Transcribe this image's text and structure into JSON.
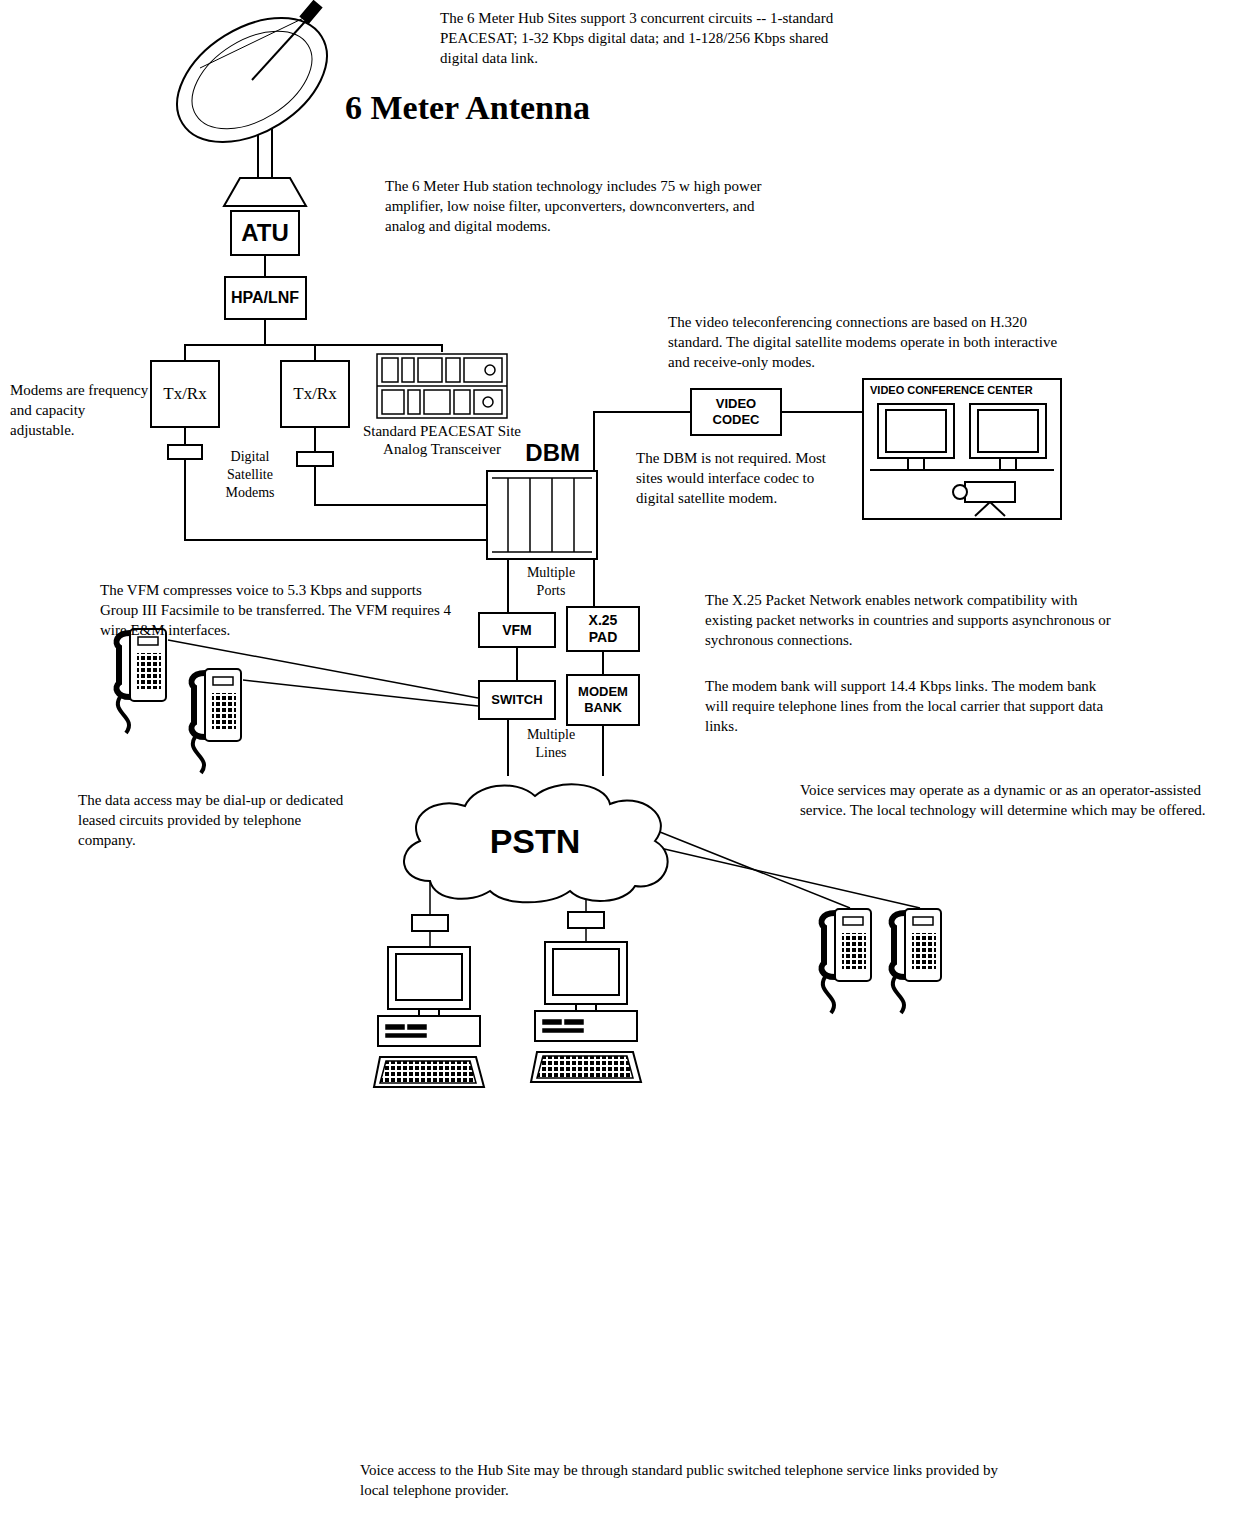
{
  "diagram": {
    "nodes": [
      {
        "text": [
          "ATU"
        ]
      },
      {
        "text": [
          "HPA/LNF"
        ]
      },
      {
        "text": [
          "Tx/Rx"
        ]
      },
      {
        "text": [
          "Tx/Rx"
        ]
      },
      {
        "text": [
          "Standard PEACESAT Site Analog Transceiver"
        ]
      },
      {
        "text": [
          "DBM"
        ]
      },
      {
        "text": [
          "VIDEO CODEC"
        ]
      },
      {
        "text": [
          "VIDEO CONFERENCE CENTER"
        ]
      },
      {
        "text": [
          "VFM"
        ]
      },
      {
        "text": [
          "X.25 PAD"
        ]
      },
      {
        "text": [
          "SWITCH"
        ]
      },
      {
        "text": [
          "MODEM BANK"
        ]
      },
      {
        "text": [
          "PSTN"
        ]
      }
    ],
    "edges": [
      {
        "from": 0,
        "to": 1,
        "arrow": "none"
      },
      {
        "from": 1,
        "to": 2,
        "arrow": "none"
      },
      {
        "from": 1,
        "to": 3,
        "arrow": "none"
      },
      {
        "from": 1,
        "to": 4,
        "arrow": "none"
      },
      {
        "from": 2,
        "to": 5,
        "arrow": "none"
      },
      {
        "from": 3,
        "to": 5,
        "arrow": "none"
      },
      {
        "from": 5,
        "to": 6,
        "arrow": "none"
      },
      {
        "from": 6,
        "to": 7,
        "arrow": "none"
      },
      {
        "from": 5,
        "to": 8,
        "arrow": "none"
      },
      {
        "from": 5,
        "to": 9,
        "arrow": "none"
      },
      {
        "from": 8,
        "to": 10,
        "arrow": "none"
      },
      {
        "from": 9,
        "to": 11,
        "arrow": "none"
      },
      {
        "from": 10,
        "to": 12,
        "arrow": "none"
      },
      {
        "from": 11,
        "to": 12,
        "arrow": "none"
      }
    ],
    "labels": [
      "The 6 Meter Hub Sites support 3 concurrent circuits -- 1-standard PEACESAT; 1-32 Kbps digital data; and 1-128/256 Kbps shared digital data link.",
      "6 Meter Antenna",
      "The 6 Meter Hub station technology includes 75 w high power amplifier, low noise filter, upconverters, downconverters, and analog and digital modems.",
      "The video teleconferencing connections are based on H.320 standard. The digital satellite modems operate in both interactive and receive-only modes.",
      "Modems are frequency and capacity adjustable.",
      "Digital Satellite Modems",
      "The DBM is not required. Most sites would interface codec to digital satellite modem.",
      "Multiple Ports",
      "The VFM compresses voice to 5.3 Kbps and supports Group III Facsimile to be transferred. The VFM requires 4 wire E&M interfaces.",
      "The X.25 Packet Network enables network compatibility with existing packet networks in countries and supports asynchronous or sychronous connections.",
      "The modem bank will support 14.4 Kbps links. The modem bank will require telephone lines from the local carrier that support data links.",
      "Multiple Lines",
      "Voice services may operate as a dynamic or as an operator-assisted service. The local technology will determine which may be offered.",
      "The data access may be dial-up or dedicated leased circuits provided by telephone company.",
      "Voice access to the Hub Site may be through standard public switched telephone service links provided by local telephone provider."
    ]
  }
}
